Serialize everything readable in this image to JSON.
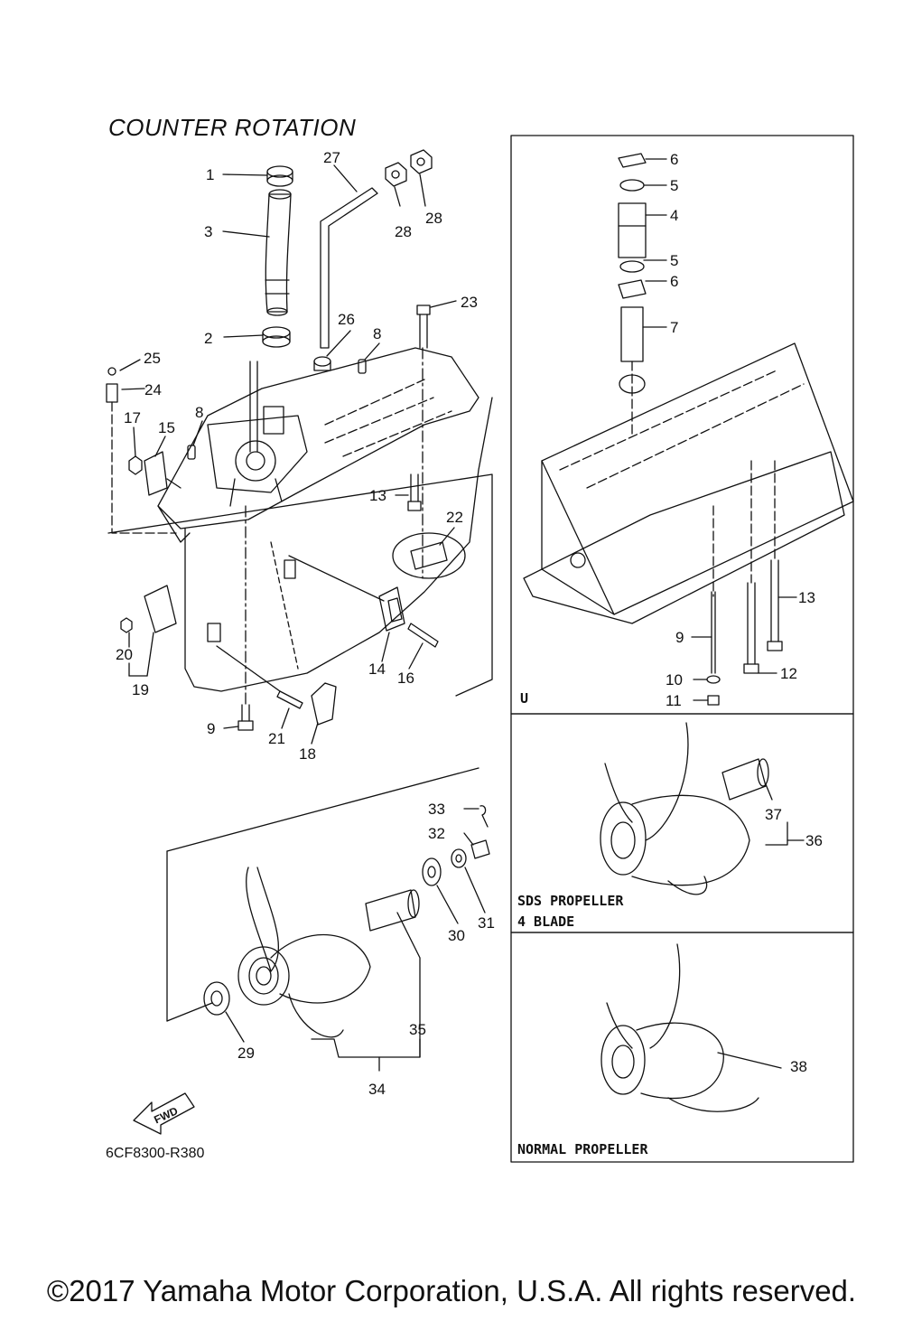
{
  "title": "COUNTER  ROTATION",
  "diagram_code": "6CF8300-R380",
  "copyright": "©2017 Yamaha Motor Corporation, U.S.A. All rights reserved.",
  "fwd_label": "FWD",
  "panels": {
    "u": "U",
    "sds_line1": "SDS PROPELLER",
    "sds_line2": "4 BLADE",
    "normal": "NORMAL PROPELLER"
  },
  "callouts": {
    "c1": "1",
    "c2": "2",
    "c3": "3",
    "c8a": "8",
    "c8b": "8",
    "c9": "9",
    "c13": "13",
    "c14": "14",
    "c15": "15",
    "c16": "16",
    "c17": "17",
    "c18": "18",
    "c19": "19",
    "c20": "20",
    "c21": "21",
    "c22": "22",
    "c23": "23",
    "c24": "24",
    "c25": "25",
    "c26": "26",
    "c27": "27",
    "c28a": "28",
    "c28b": "28",
    "c29": "29",
    "c30": "30",
    "c31": "31",
    "c32": "32",
    "c33": "33",
    "c34": "34",
    "c35": "35",
    "u6a": "6",
    "u5a": "5",
    "u4": "4",
    "u5b": "5",
    "u6b": "6",
    "u7": "7",
    "u9": "9",
    "u10": "10",
    "u11": "11",
    "u12": "12",
    "u13": "13",
    "c36": "36",
    "c37": "37",
    "c38": "38"
  }
}
